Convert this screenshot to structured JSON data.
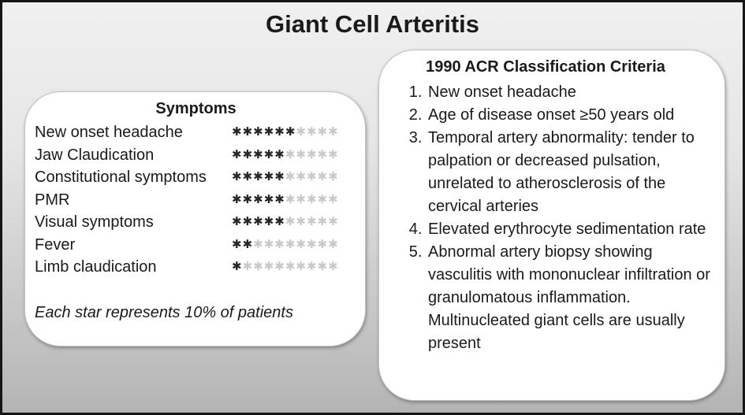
{
  "title": "Giant Cell Arteritis",
  "symptoms_panel": {
    "title": "Symptoms",
    "star_glyph": "✱",
    "filled_color": "#262626",
    "empty_color": "#c9c9c9",
    "rows": [
      {
        "label": "New onset headache",
        "filled": 6,
        "total": 10
      },
      {
        "label": "Jaw Claudication",
        "filled": 5,
        "total": 10
      },
      {
        "label": "Constitutional symptoms",
        "filled": 5,
        "total": 10
      },
      {
        "label": "PMR",
        "filled": 5,
        "total": 10
      },
      {
        "label": "Visual symptoms",
        "filled": 5,
        "total": 10
      },
      {
        "label": "Fever",
        "filled": 2,
        "total": 10
      },
      {
        "label": "Limb claudication",
        "filled": 1,
        "total": 10
      }
    ],
    "footnote": "Each star represents 10% of patients"
  },
  "criteria_panel": {
    "title": "1990 ACR Classification Criteria",
    "items": [
      "New onset headache",
      "Age of disease onset ≥50 years old",
      "Temporal artery abnormality: tender to palpation or decreased pulsation, unrelated to atherosclerosis of the cervical arteries",
      "Elevated erythrocyte sedimentation rate",
      "Abnormal artery biopsy showing vasculitis with mononuclear infiltration or granulomatous inflammation. Multinucleated giant cells are usually present"
    ]
  },
  "chart_data": {
    "type": "bar",
    "title": "Symptoms",
    "categories": [
      "New onset headache",
      "Jaw Claudication",
      "Constitutional symptoms",
      "PMR",
      "Visual symptoms",
      "Fever",
      "Limb claudication"
    ],
    "values": [
      60,
      50,
      50,
      50,
      50,
      20,
      10
    ],
    "ylabel": "% of patients",
    "ylim": [
      0,
      100
    ],
    "note": "Pictograph: each star represents 10% of patients; 10 star slots per row"
  },
  "colors": {
    "frame_border": "#161616",
    "background_top": "#f0f0f0",
    "background_bottom": "#b4b4b4",
    "panel_background": "#ffffff",
    "text": "#1a1a1a"
  }
}
